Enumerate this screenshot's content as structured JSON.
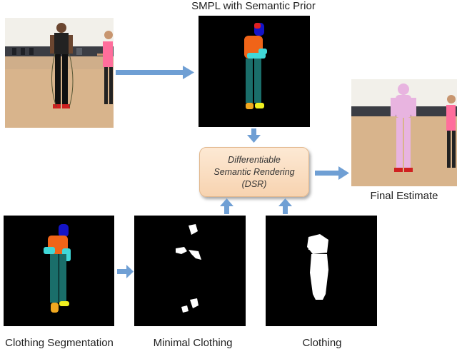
{
  "title": "SMPL with Semantic Prior",
  "dsr": {
    "line1": "Differentiable",
    "line2": "Semantic Rendering",
    "line3": "(DSR)"
  },
  "labels": {
    "final_estimate": "Final Estimate",
    "clothing_segmentation": "Clothing Segmentation",
    "minimal_clothing": "Minimal Clothing",
    "clothing": "Clothing"
  },
  "colors": {
    "arrow": "#6f9fd4",
    "dsr_fill": "#fbe2c8",
    "head": "#1414c8",
    "torso": "#f06418",
    "arms": "#40d8d8",
    "legs": "#1a6e6a",
    "feet_left": "#f0a820",
    "feet_right": "#f0f020",
    "mesh": "#e8b4e0"
  }
}
